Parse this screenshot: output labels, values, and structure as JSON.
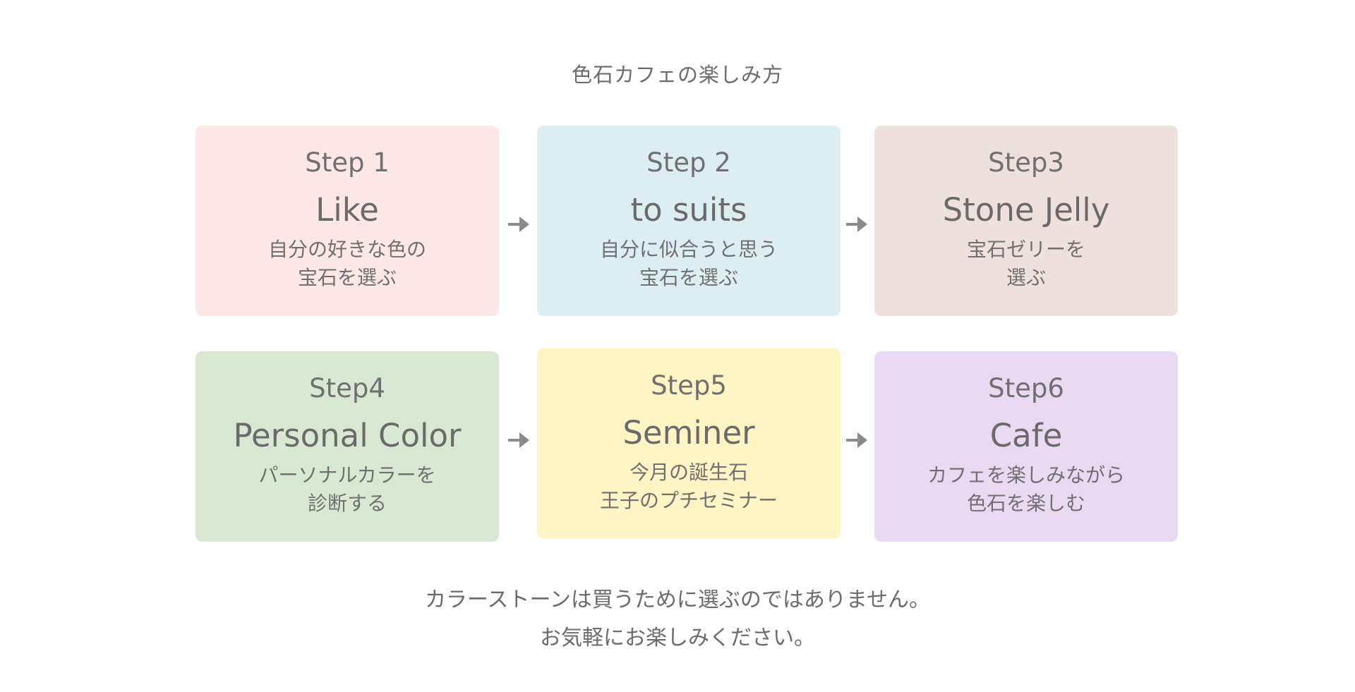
{
  "page": {
    "title": "色石カフェの楽しみ方"
  },
  "steps": [
    {
      "num": "Step 1",
      "title": "Like",
      "desc_lines": [
        "自分の好きな色の",
        "宝石を選ぶ"
      ],
      "color": "#fde6e6"
    },
    {
      "num": "Step 2",
      "title": "to suits",
      "desc_lines": [
        "自分に似合うと思う",
        "宝石を選ぶ"
      ],
      "color": "#ddeef1"
    },
    {
      "num": "Step3",
      "title": "Stone Jelly",
      "desc_lines": [
        "宝石ゼリーを",
        "選ぶ"
      ],
      "color": "#eee0dd"
    },
    {
      "num": "Step4",
      "title": "Personal Color",
      "desc_lines": [
        "パーソナルカラーを",
        "診断する"
      ],
      "color": "#d8e8d3"
    },
    {
      "num": "Step5",
      "title": "Seminer",
      "desc_lines": [
        "今月の誕生石",
        "王子のプチセミナー"
      ],
      "color": "#fff4c3"
    },
    {
      "num": "Step6",
      "title": "Cafe",
      "desc_lines": [
        "カフェを楽しみながら",
        "色石を楽しむ"
      ],
      "color": "#e9d9f2"
    }
  ],
  "arrow_icon": "arrow-right-icon",
  "arrow_color": "#8a8a8a",
  "footer": {
    "line1": "カラーストーンは買うために選ぶのではありません。",
    "line2": "お気軽にお楽しみください。"
  }
}
